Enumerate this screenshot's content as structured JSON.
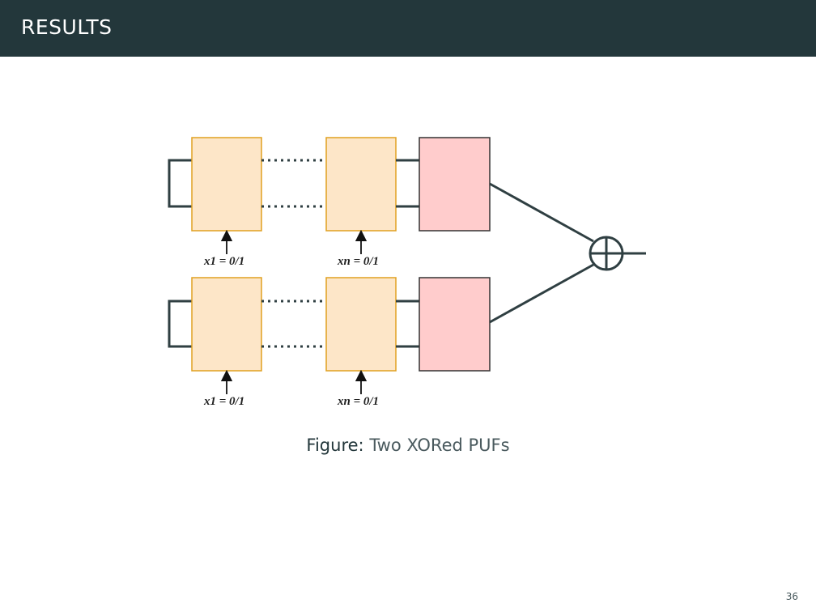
{
  "header": {
    "title": "RESULTS"
  },
  "diagram": {
    "labels": {
      "row1_first_input": "x1 = 0/1",
      "row1_last_input": "xn = 0/1",
      "row2_first_input": "x1 = 0/1",
      "row2_last_input": "xn = 0/1"
    },
    "colors": {
      "stage_fill": "#fde6c8",
      "stage_stroke": "#e0a020",
      "arbiter_fill": "#ffcccc",
      "arbiter_stroke": "#333333",
      "wire": "#2f3f42"
    }
  },
  "caption": {
    "label": "Figure:",
    "text": "Two XORed PUFs"
  },
  "footer": {
    "page_number": "36"
  }
}
